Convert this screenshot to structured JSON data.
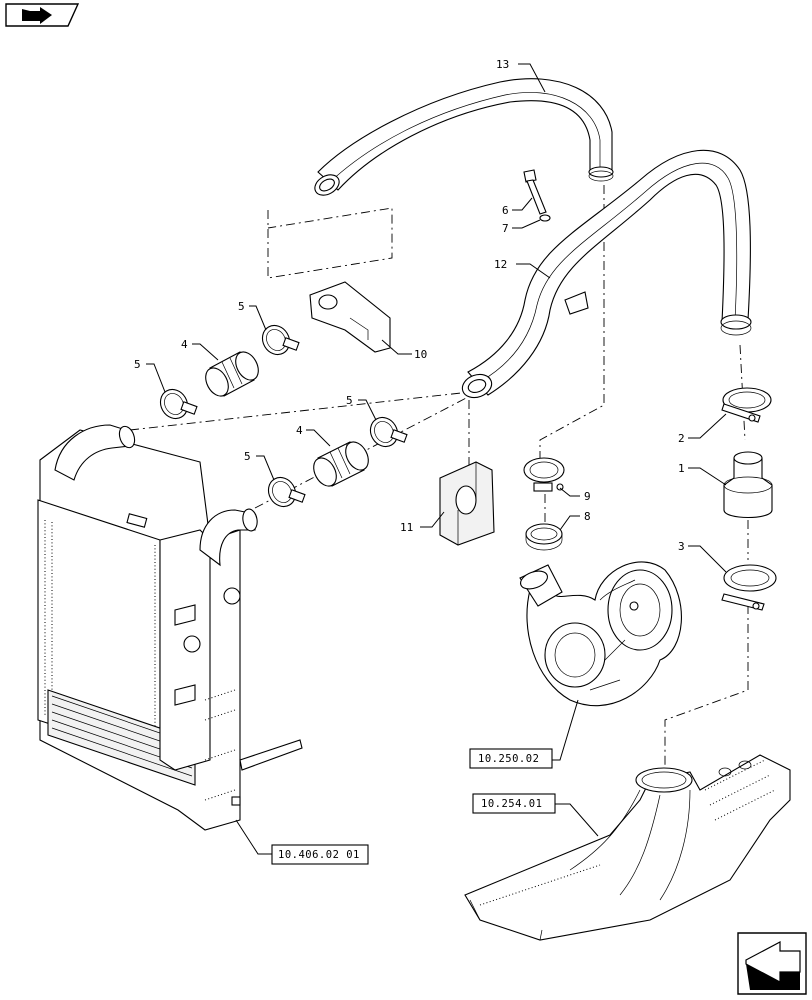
{
  "callouts": [
    {
      "id": "c13",
      "label": "13"
    },
    {
      "id": "c12",
      "label": "12"
    },
    {
      "id": "c6",
      "label": "6"
    },
    {
      "id": "c7",
      "label": "7"
    },
    {
      "id": "c10",
      "label": "10"
    },
    {
      "id": "c5a",
      "label": "5"
    },
    {
      "id": "c5b",
      "label": "5"
    },
    {
      "id": "c5c",
      "label": "5"
    },
    {
      "id": "c5d",
      "label": "5"
    },
    {
      "id": "c4a",
      "label": "4"
    },
    {
      "id": "c4b",
      "label": "4"
    },
    {
      "id": "c2",
      "label": "2"
    },
    {
      "id": "c1",
      "label": "1"
    },
    {
      "id": "c9",
      "label": "9"
    },
    {
      "id": "c8",
      "label": "8"
    },
    {
      "id": "c11",
      "label": "11"
    },
    {
      "id": "c3",
      "label": "3"
    }
  ],
  "references": {
    "turbocharger": "10.250.02",
    "intake_manifold": "10.254.01",
    "radiator": "10.406.02 01"
  },
  "icons": {
    "top_nav": "forward-arrow-icon",
    "bottom_nav": "next-page-arrow-icon"
  }
}
